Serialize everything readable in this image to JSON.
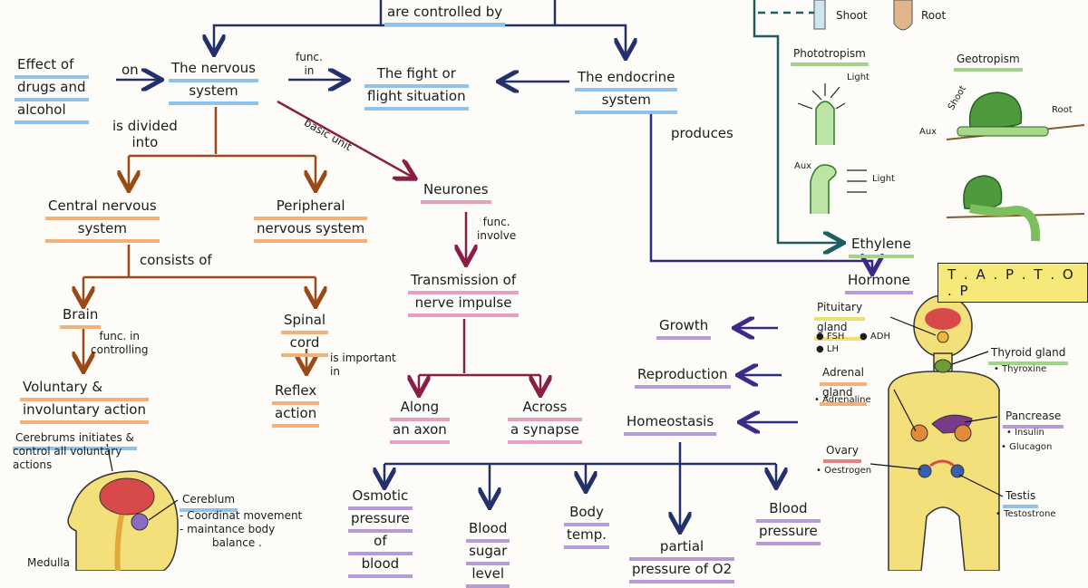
{
  "top": {
    "controlled_by": "are controlled by"
  },
  "nervous": {
    "effect_drugs": [
      "Effect of",
      "drugs and",
      "alcohol"
    ],
    "on": "on",
    "nervous_system": [
      "The nervous",
      "system"
    ],
    "func_in": [
      "func.",
      "in"
    ],
    "fight_flight": [
      "The fight or",
      "flight situation"
    ],
    "endocrine": [
      "The endocrine",
      "system"
    ],
    "basic_unit": "basic unit",
    "divided_into": [
      "is divided",
      "into"
    ],
    "neurones": "Neurones",
    "func_involve": [
      "func.",
      "involve"
    ],
    "cns": [
      "Central nervous",
      "system"
    ],
    "pns": [
      "Peripheral",
      "nervous system"
    ],
    "consists_of": "consists of",
    "transmission": [
      "Transmission of",
      "nerve impulse"
    ],
    "brain": "Brain",
    "func_in_controlling": [
      "func. in",
      "controlling"
    ],
    "spinal_cord": [
      "Spinal",
      "cord"
    ],
    "important_in": [
      "is important",
      "in"
    ],
    "voluntary": [
      "Voluntary &",
      "involuntary action"
    ],
    "reflex": [
      "Reflex",
      "action"
    ],
    "along_axon": [
      "Along",
      "an axon"
    ],
    "across_synapse": [
      "Across",
      "a synapse"
    ],
    "cerebrum_note": [
      "Cerebrums initiates &",
      "control all voluntary",
      "actions"
    ],
    "cerebellum": "Cereblum",
    "cerebellum_notes": [
      "- Coordinat movement",
      "- maintance body",
      "balance ."
    ],
    "medulla": "Medulla"
  },
  "endocrine": {
    "produces": "produces",
    "hormone": "Hormone",
    "ethylene": "Ethylene",
    "taptop": "T . A . P . T . O . P",
    "growth": "Growth",
    "reproduction": "Reproduction",
    "homeostasis": "Homeostasis",
    "pituitary": [
      "Pituitary",
      "gland"
    ],
    "pituitary_hormones": [
      "FSH",
      "ADH",
      "LH"
    ],
    "thyroid": "Thyroid gland",
    "thyroxine": "• Thyroxine",
    "adrenal": [
      "Adrenal",
      "gland"
    ],
    "adrenaline": "• Adrenaline",
    "pancreas": "Pancrease",
    "insulin": "• Insulin",
    "glucagon": "• Glucagon",
    "ovary": "Ovary",
    "oestrogen": "• Oestrogen",
    "testis": "Testis",
    "testosterone": "• Testostrone"
  },
  "homeostasis_items": {
    "osmotic": [
      "Osmotic",
      "pressure",
      "of",
      "blood"
    ],
    "sugar": [
      "Blood",
      "sugar",
      "level"
    ],
    "temp": [
      "Body",
      "temp."
    ],
    "partial": [
      "partial",
      "pressure of O2"
    ],
    "pressure": [
      "Blood",
      "pressure"
    ]
  },
  "plants": {
    "shoot": "Shoot",
    "root": "Root",
    "phototropism": "Phototropism",
    "geotropism": "Geotropism",
    "light1": "Light",
    "light2": "Light",
    "aux1": "Aux",
    "aux2": "Aux",
    "shoot2": "Shoot",
    "root2": "Root"
  }
}
